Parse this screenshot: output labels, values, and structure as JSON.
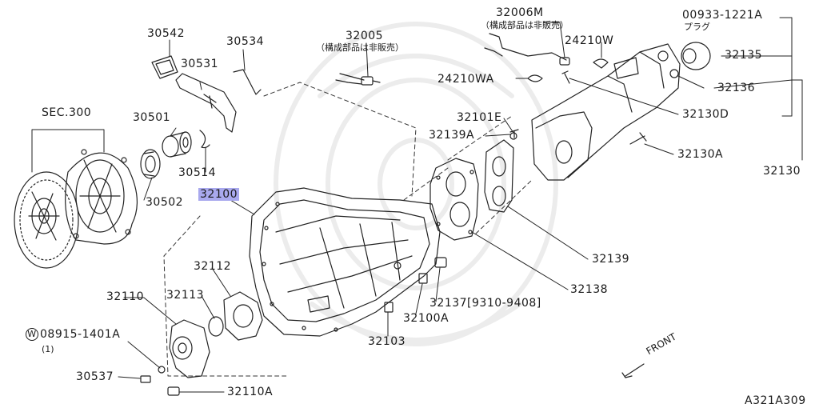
{
  "diagram": {
    "reference_code": "A321A309",
    "direction_label": "FRONT",
    "parts": {
      "p30542": "30542",
      "p30534": "30534",
      "p32005": "32005",
      "p32005_note": "（構成部品は非販売）",
      "p32006M": "32006M",
      "p32006M_note": "（構成部品は非販売）",
      "p00933": "00933-1221A",
      "p00933_note": "プラグ",
      "p30531": "30531",
      "p24210W": "24210W",
      "p32135": "32135",
      "p24210WA": "24210WA",
      "p32136": "32136",
      "sec300": "SEC.300",
      "p30501": "30501",
      "p32101E": "32101E",
      "p32130D": "32130D",
      "p32139A": "32139A",
      "p32130A": "32130A",
      "p30514": "30514",
      "p32130": "32130",
      "p32100": "32100",
      "p30502": "30502",
      "p32112": "32112",
      "p32139": "32139",
      "p32110": "32110",
      "p32113": "32113",
      "p32138": "32138",
      "p32137": "32137[9310-9408]",
      "p32100A": "32100A",
      "w_symbol": "W",
      "p08915": "08915-1401A",
      "p08915_qty": "(1)",
      "p32103": "32103",
      "p30537": "30537",
      "p32110A": "32110A"
    }
  }
}
